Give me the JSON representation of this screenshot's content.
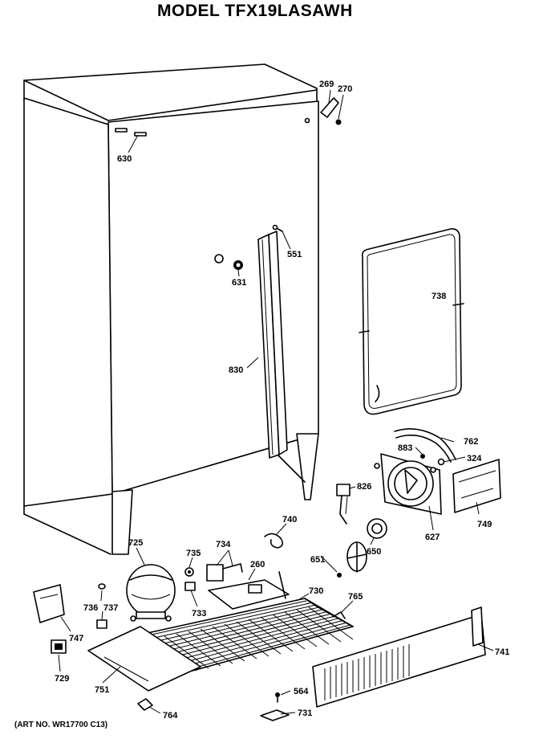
{
  "title": "MODEL TFX19LASAWH",
  "art_note": "(ART NO. WR17700 C13)",
  "callouts": [
    "269",
    "270",
    "630",
    "551",
    "631",
    "738",
    "830",
    "762",
    "883",
    "324",
    "826",
    "749",
    "627",
    "740",
    "734",
    "725",
    "735",
    "260",
    "651",
    "650",
    "730",
    "765",
    "736",
    "737",
    "733",
    "747",
    "741",
    "729",
    "751",
    "564",
    "764",
    "731"
  ]
}
